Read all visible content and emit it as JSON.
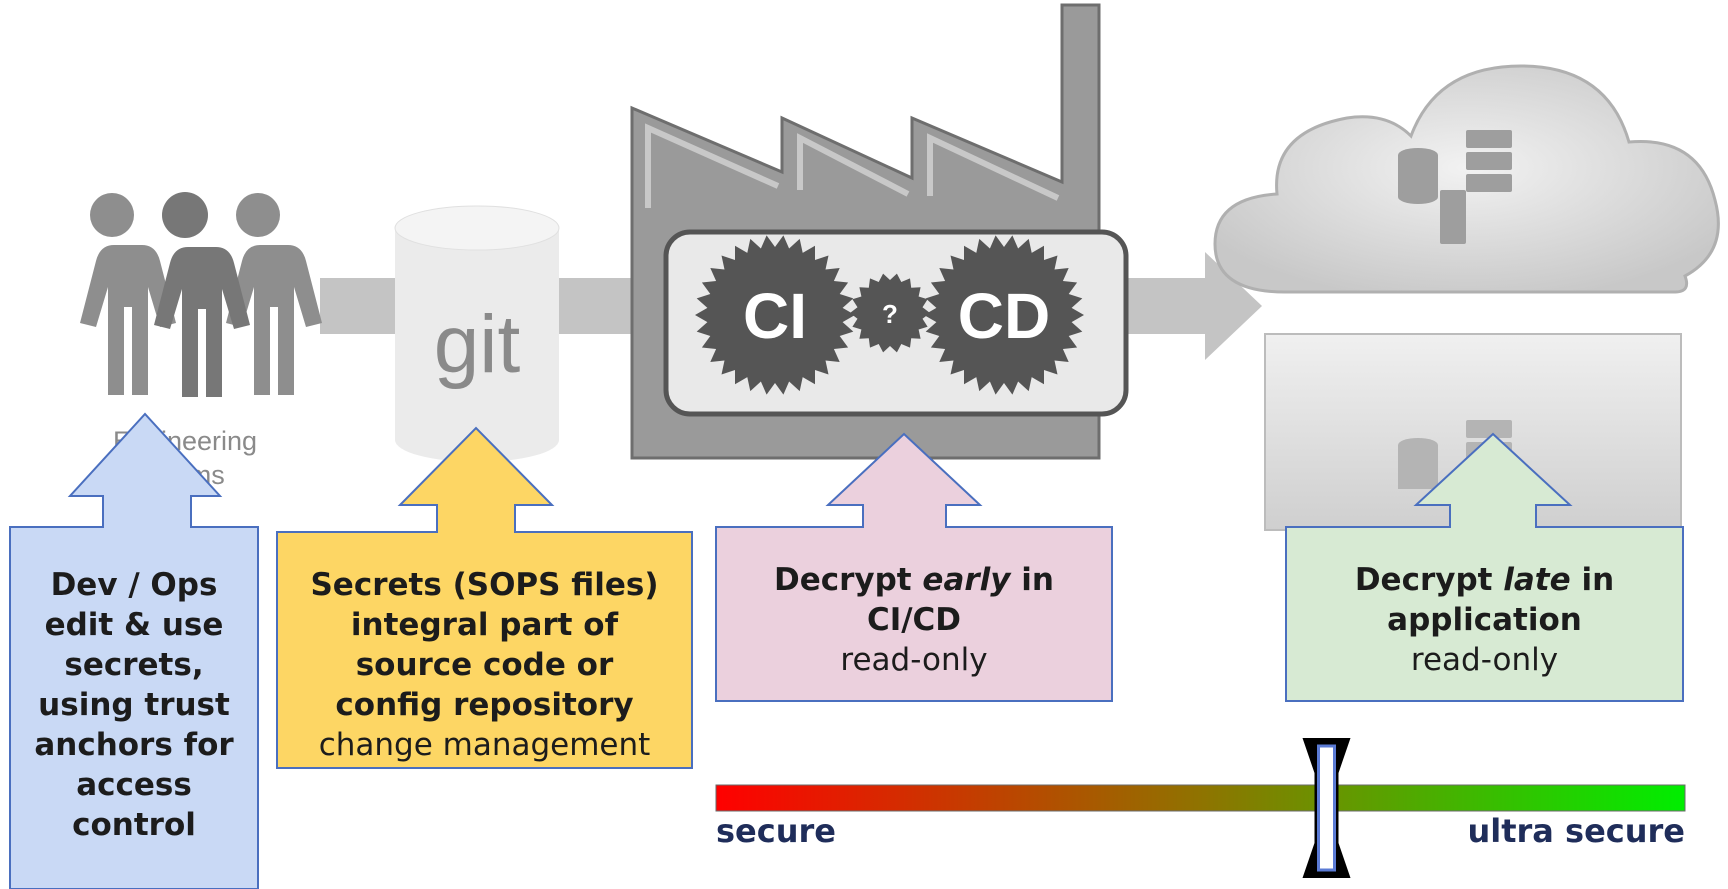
{
  "pipeline": {
    "teams_label_line1": "Engineering",
    "teams_label_line2": "Teams",
    "repo_label": "git",
    "ci_label": "CI",
    "unknown_label": "?",
    "cd_label": "CD"
  },
  "callouts": {
    "devops": {
      "l1": "Dev / Ops",
      "l2": "edit & use",
      "l3": "secrets,",
      "l4": "using trust",
      "l5": "anchors for",
      "l6": "access",
      "l7": "control",
      "fill": "#c9d9f5"
    },
    "secrets": {
      "l1": "Secrets (SOPS files)",
      "l2": "integral part of",
      "l3": "source code or",
      "l4": "config repository",
      "sub": "change management",
      "fill": "#fdd664"
    },
    "early": {
      "l1a": "Decrypt ",
      "l1b": "early",
      "l1c": " in",
      "l2": "CI/CD",
      "sub": "read-only",
      "fill": "#ebd0dd"
    },
    "late": {
      "l1a": "Decrypt ",
      "l1b": "late",
      "l1c": " in",
      "l2": "application",
      "sub": "read-only",
      "fill": "#d7ead3"
    }
  },
  "scale": {
    "left_label": "secure",
    "right_label": "ultra secure",
    "gradient_start": "#ff0000",
    "gradient_end": "#00ee00",
    "marker_position": 0.63
  }
}
